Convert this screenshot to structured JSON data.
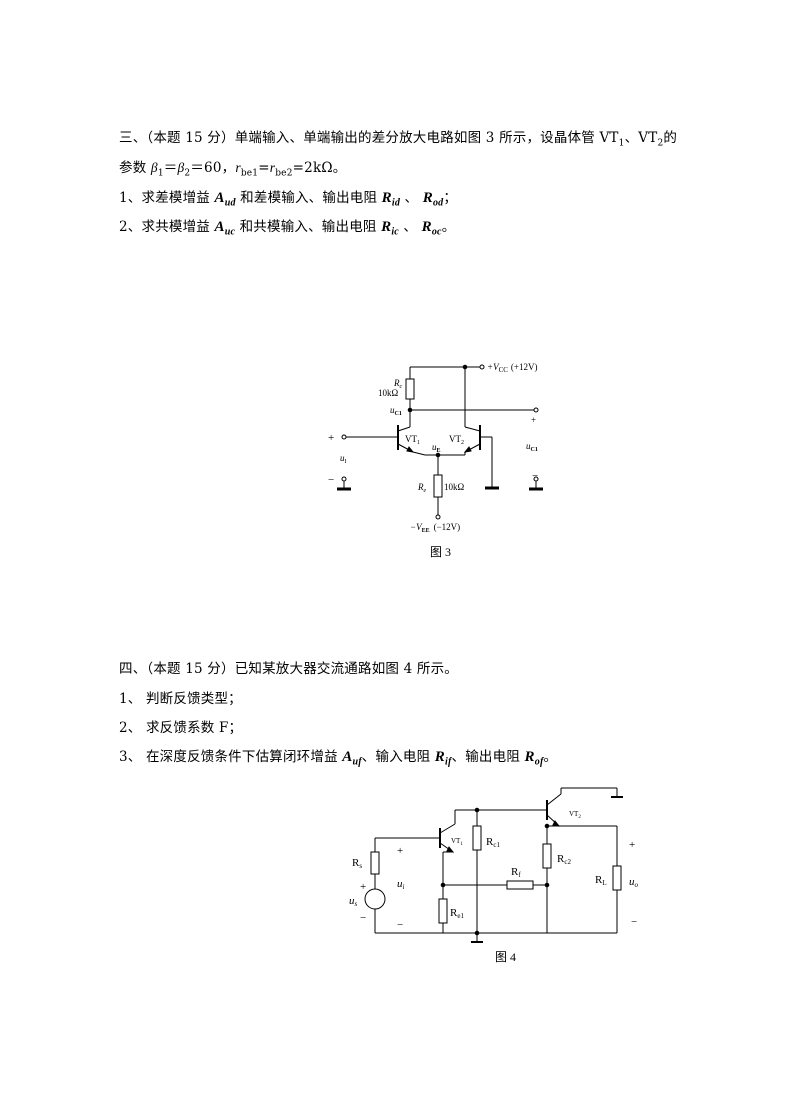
{
  "section3": {
    "title_line": "三、（本题 15 分）单端输入、单端输出的差分放大电路如图 3 所示，设晶体管 VT",
    "title_sub1": "1",
    "title_mid": "、VT",
    "title_sub2": "2",
    "title_end": "的",
    "params_prefix": "参数 ",
    "beta1": "β",
    "beta1_sub": "1",
    "beta_eq": "＝",
    "beta2": "β",
    "beta2_sub": "2",
    "beta_val": "＝60，",
    "rbe1": "r",
    "rbe1_sub": "be1",
    "rbe_eq": "=",
    "rbe2": "r",
    "rbe2_sub": "be2",
    "rbe_val": "=2kΩ。",
    "q1_text": "1、求差模增益 ",
    "q1_Ad": "A",
    "q1_Ad_sub": "ud",
    "q1_mid": " 和差模输入、输出电阻 ",
    "q1_Rid": "R",
    "q1_Rid_sub": "id",
    "q1_sep": " 、 ",
    "q1_Rod": "R",
    "q1_Rod_sub": "od",
    "q1_end": "；",
    "q2_text": "2、求共模增益 ",
    "q2_Ac": "A",
    "q2_Ac_sub": "uc",
    "q2_mid": " 和共模输入、输出电阻 ",
    "q2_Ric": "R",
    "q2_Ric_sub": "ic",
    "q2_sep": " 、 ",
    "q2_Roc": "R",
    "q2_Roc_sub": "oc",
    "q2_end": "。"
  },
  "figure3": {
    "vcc_label": "+V",
    "vcc_sub": "CC",
    "vcc_val": "(+12V)",
    "rc_label": "R",
    "rc_sub": "c",
    "rc_val": "10kΩ",
    "uc1_left": "u",
    "uc1_left_sub": "C1",
    "plus_right": "+",
    "plus_left": "+",
    "vt1": "VT",
    "vt1_sub": "1",
    "vt2": "VT",
    "vt2_sub": "2",
    "ui": "u",
    "ui_sub": "I",
    "ue": "u",
    "ue_sub": "E",
    "uc1_right": "u",
    "uc1_right_sub": "C1",
    "minus_left": "−",
    "minus_right": "−",
    "re_label": "R",
    "re_sub": "e",
    "re_val": "10kΩ",
    "vee_label": "−V",
    "vee_sub": "EE",
    "vee_val": "(−12V)",
    "caption": "图 3"
  },
  "section4": {
    "title_line": "四、（本题 15 分）已知某放大器交流通路如图 4 所示。",
    "q1": "1、 判断反馈类型；",
    "q2": "2、 求反馈系数 F；",
    "q3_text": "3、 在深度反馈条件下估算闭环增益 ",
    "q3_A": "A",
    "q3_A_sub": "uf",
    "q3_mid": "、输入电阻 ",
    "q3_Ri": "R",
    "q3_Ri_sub": "if",
    "q3_mid2": "、输出电阻 ",
    "q3_Ro": "R",
    "q3_Ro_sub": "of",
    "q3_end": "。"
  },
  "figure4": {
    "vt1": "VT",
    "vt1_sub": "1",
    "vt2": "VT",
    "vt2_sub": "2",
    "rs": "R",
    "rs_sub": "s",
    "us": "u",
    "us_sub": "s",
    "ui": "u",
    "ui_sub": "i",
    "plus_in": "+",
    "minus_in": "−",
    "plus_src": "+",
    "minus_src": "−",
    "rc1": "R",
    "rc1_sub": "c1",
    "rc2": "R",
    "rc2_sub": "c2",
    "rf": "R",
    "rf_sub": "f",
    "re1": "R",
    "re1_sub": "e1",
    "rl": "R",
    "rl_sub": "L",
    "uo": "u",
    "uo_sub": "o",
    "plus_out": "+",
    "minus_out": "−",
    "caption": "图 4"
  }
}
